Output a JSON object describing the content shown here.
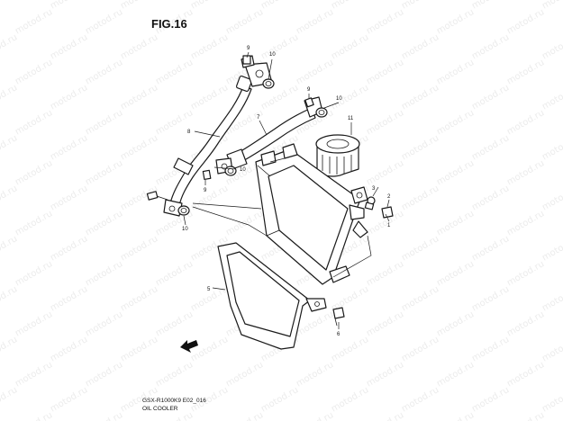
{
  "diagram": {
    "figure_title": "FIG.16",
    "watermark_text": "motod.ru",
    "caption_code": "GSX-R1000K9 E02_016",
    "caption_name": "OIL COOLER",
    "callouts": {
      "c9a": "9",
      "c10a": "10",
      "c9b": "9",
      "c10b": "10",
      "c7": "7",
      "c11": "11",
      "c8": "8",
      "c10c": "10",
      "c9c": "9",
      "c3": "3",
      "c2": "2",
      "c1": "1",
      "c10d": "10",
      "c5": "5",
      "c6": "6"
    }
  }
}
